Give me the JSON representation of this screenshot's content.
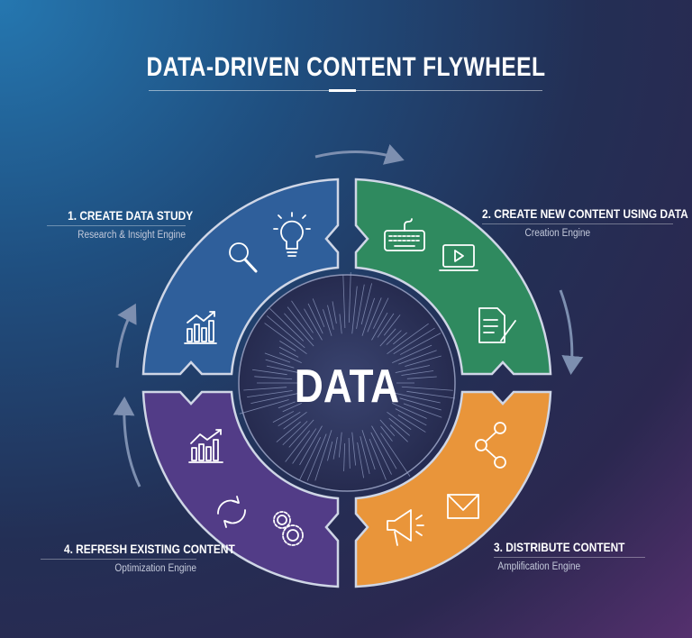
{
  "title": "DATA-DRIVEN CONTENT FLYWHEEL",
  "center": {
    "label": "DATA"
  },
  "stages": [
    {
      "heading": "1. CREATE DATA STUDY",
      "subtitle": "Research & Insight Engine",
      "color": "#2f5f9b",
      "icons": [
        "lightbulb-icon",
        "magnifier-icon",
        "growth-chart-icon"
      ]
    },
    {
      "heading": "2. CREATE NEW CONTENT USING DATA",
      "subtitle": "Creation Engine",
      "color": "#2f8a5f",
      "icons": [
        "keyboard-icon",
        "video-player-icon",
        "document-pen-icon"
      ]
    },
    {
      "heading": "3. DISTRIBUTE CONTENT",
      "subtitle": "Amplification Engine",
      "color": "#e9953a",
      "icons": [
        "share-icon",
        "envelope-icon",
        "megaphone-icon"
      ]
    },
    {
      "heading": "4. REFRESH EXISTING CONTENT",
      "subtitle": "Optimization Engine",
      "color": "#523c87",
      "icons": [
        "growth-chart-icon",
        "refresh-icon",
        "gears-icon"
      ]
    }
  ]
}
